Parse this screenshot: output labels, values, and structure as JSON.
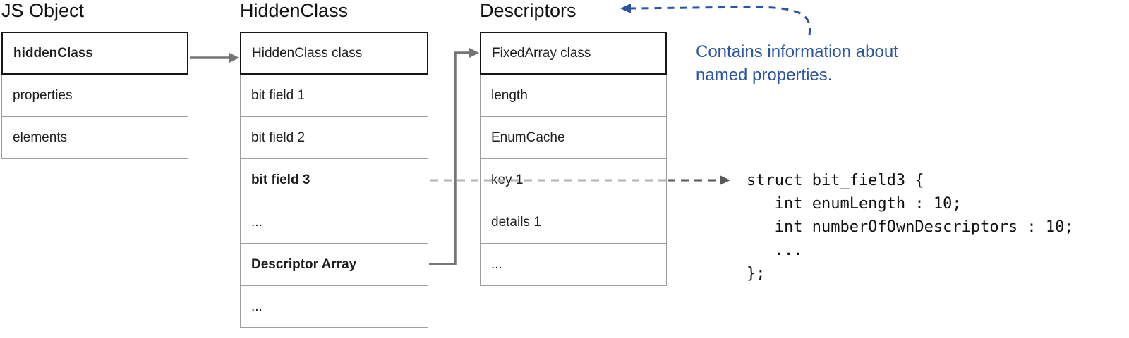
{
  "diagram": {
    "columns": {
      "js_object": {
        "title": "JS Object",
        "rows": [
          "hiddenClass",
          "properties",
          "elements"
        ]
      },
      "hidden_class": {
        "title": "HiddenClass",
        "rows": [
          "HiddenClass class",
          "bit field 1",
          "bit field 2",
          "bit field 3",
          "...",
          "Descriptor Array",
          "..."
        ]
      },
      "descriptors": {
        "title": "Descriptors",
        "rows": [
          "FixedArray class",
          "length",
          "EnumCache",
          "key 1",
          "details 1",
          "..."
        ]
      }
    },
    "annotation": {
      "text": "Contains information about named properties."
    },
    "code": {
      "text": "struct bit_field3 {\n   int enumLength : 10;\n   int numberOfOwnDescriptors : 10;\n   ...\n};"
    },
    "colors": {
      "annotation_blue": "#2a55a5",
      "arrow_gray": "#757575",
      "arrow_dashed_light": "#b3b3b3",
      "arrow_dashed_dark": "#595959",
      "border_dark": "#161616",
      "border_light": "#9e9e9e"
    }
  }
}
